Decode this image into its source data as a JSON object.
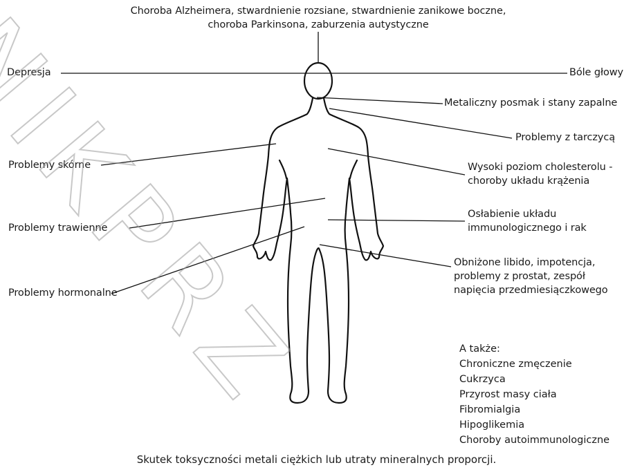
{
  "labels": {
    "top": [
      "Choroba Alzheimera, stwardnienie rozsiane, stwardnienie zanikowe boczne,",
      "choroba Parkinsona, zaburzenia autystyczne"
    ],
    "depression": "Depresja",
    "headache": "Bóle głowy",
    "metallic": "Metaliczny posmak i stany zapalne",
    "thyroid": "Problemy z tarczycą",
    "skin": "Problemy skórne",
    "cholesterol": [
      "Wysoki poziom cholesterolu -",
      "choroby układu krążenia"
    ],
    "digestive": "Problemy trawienne",
    "immune": [
      "Osłabienie układu",
      "immunologicznego i rak"
    ],
    "hormonal": "Problemy hormonalne",
    "libido": [
      "Obniżone libido, impotencja,",
      "problemy z prostat, zespół",
      "napięcia przedmiesiączkowego"
    ]
  },
  "also": {
    "title": "A także:",
    "items": [
      "Chroniczne zmęczenie",
      "Cukrzyca",
      "Przyrost masy ciała",
      "Fibromialgia",
      "Hipoglikemia",
      "Choroby autoimmunologiczne"
    ]
  },
  "caption": "Skutek toksyczności metali ciężkich lub utraty mineralnych proporcji.",
  "watermark": "NIKPRZ"
}
